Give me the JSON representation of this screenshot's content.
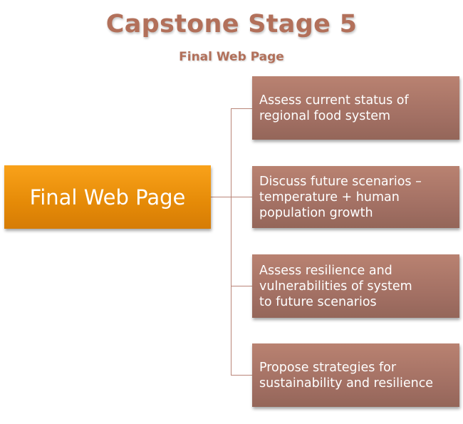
{
  "header": {
    "title": "Capstone Stage 5",
    "subtitle": "Final Web Page"
  },
  "diagram": {
    "root": "Final Web Page",
    "children": [
      "Assess current status of\nregional food system",
      "Discuss future scenarios –\ntemperature + human\npopulation growth",
      "Assess resilience and\nvulnerabilities of system\nto future scenarios",
      "Propose strategies for\nsustainability and resilience"
    ],
    "colors": {
      "title": "#b2705a",
      "root": "#f29a12",
      "child": "#a87366",
      "connector": "#b98578"
    }
  }
}
